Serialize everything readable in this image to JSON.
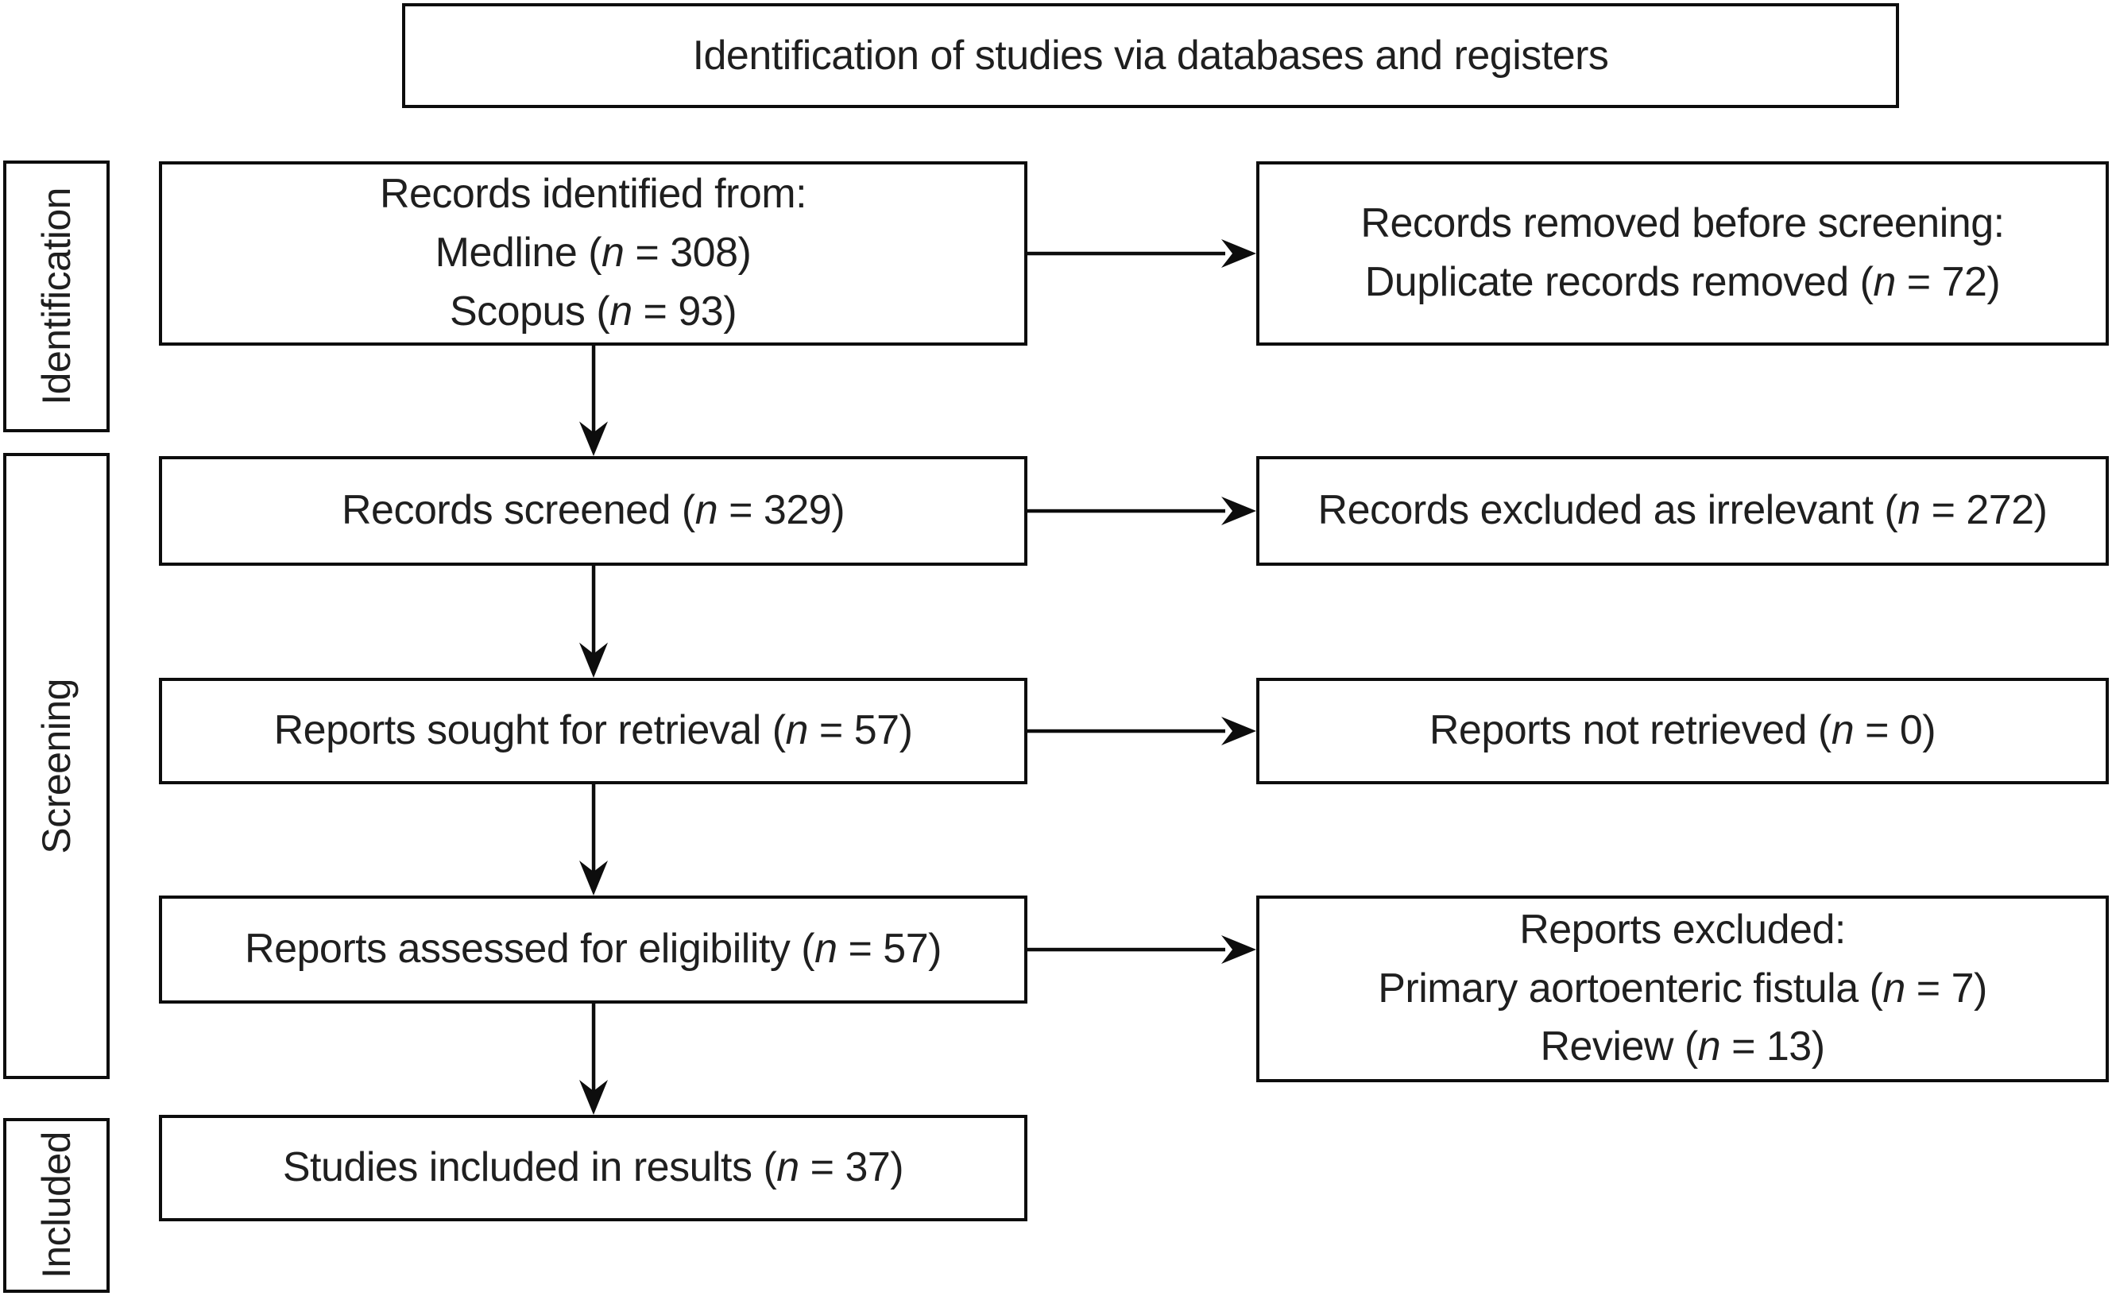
{
  "title": "Identification of studies via databases and registers",
  "stages": [
    {
      "label": "Identification"
    },
    {
      "label": "Screening"
    },
    {
      "label": "Included"
    }
  ],
  "flow_boxes": [
    {
      "text": "Records identified from:\nMedline (n = 308)\nScopus (n = 93)"
    },
    {
      "text": "Records screened (n = 329)"
    },
    {
      "text": "Reports sought for retrieval (n = 57)"
    },
    {
      "text": "Reports assessed for eligibility (n = 57)"
    },
    {
      "text": "Studies included in results (n = 37)"
    }
  ],
  "side_boxes": [
    {
      "text": "Records removed before screening:\nDuplicate records removed (n = 72)"
    },
    {
      "text": "Records excluded as irrelevant (n = 272)"
    },
    {
      "text": "Reports not retrieved (n = 0)"
    },
    {
      "text": "Reports excluded:\nPrimary aortoenteric fistula (n = 7)\nReview (n = 13)"
    }
  ],
  "colors": {
    "border": "#0d0d0d",
    "text": "#1f1f1f",
    "background": "#ffffff"
  }
}
